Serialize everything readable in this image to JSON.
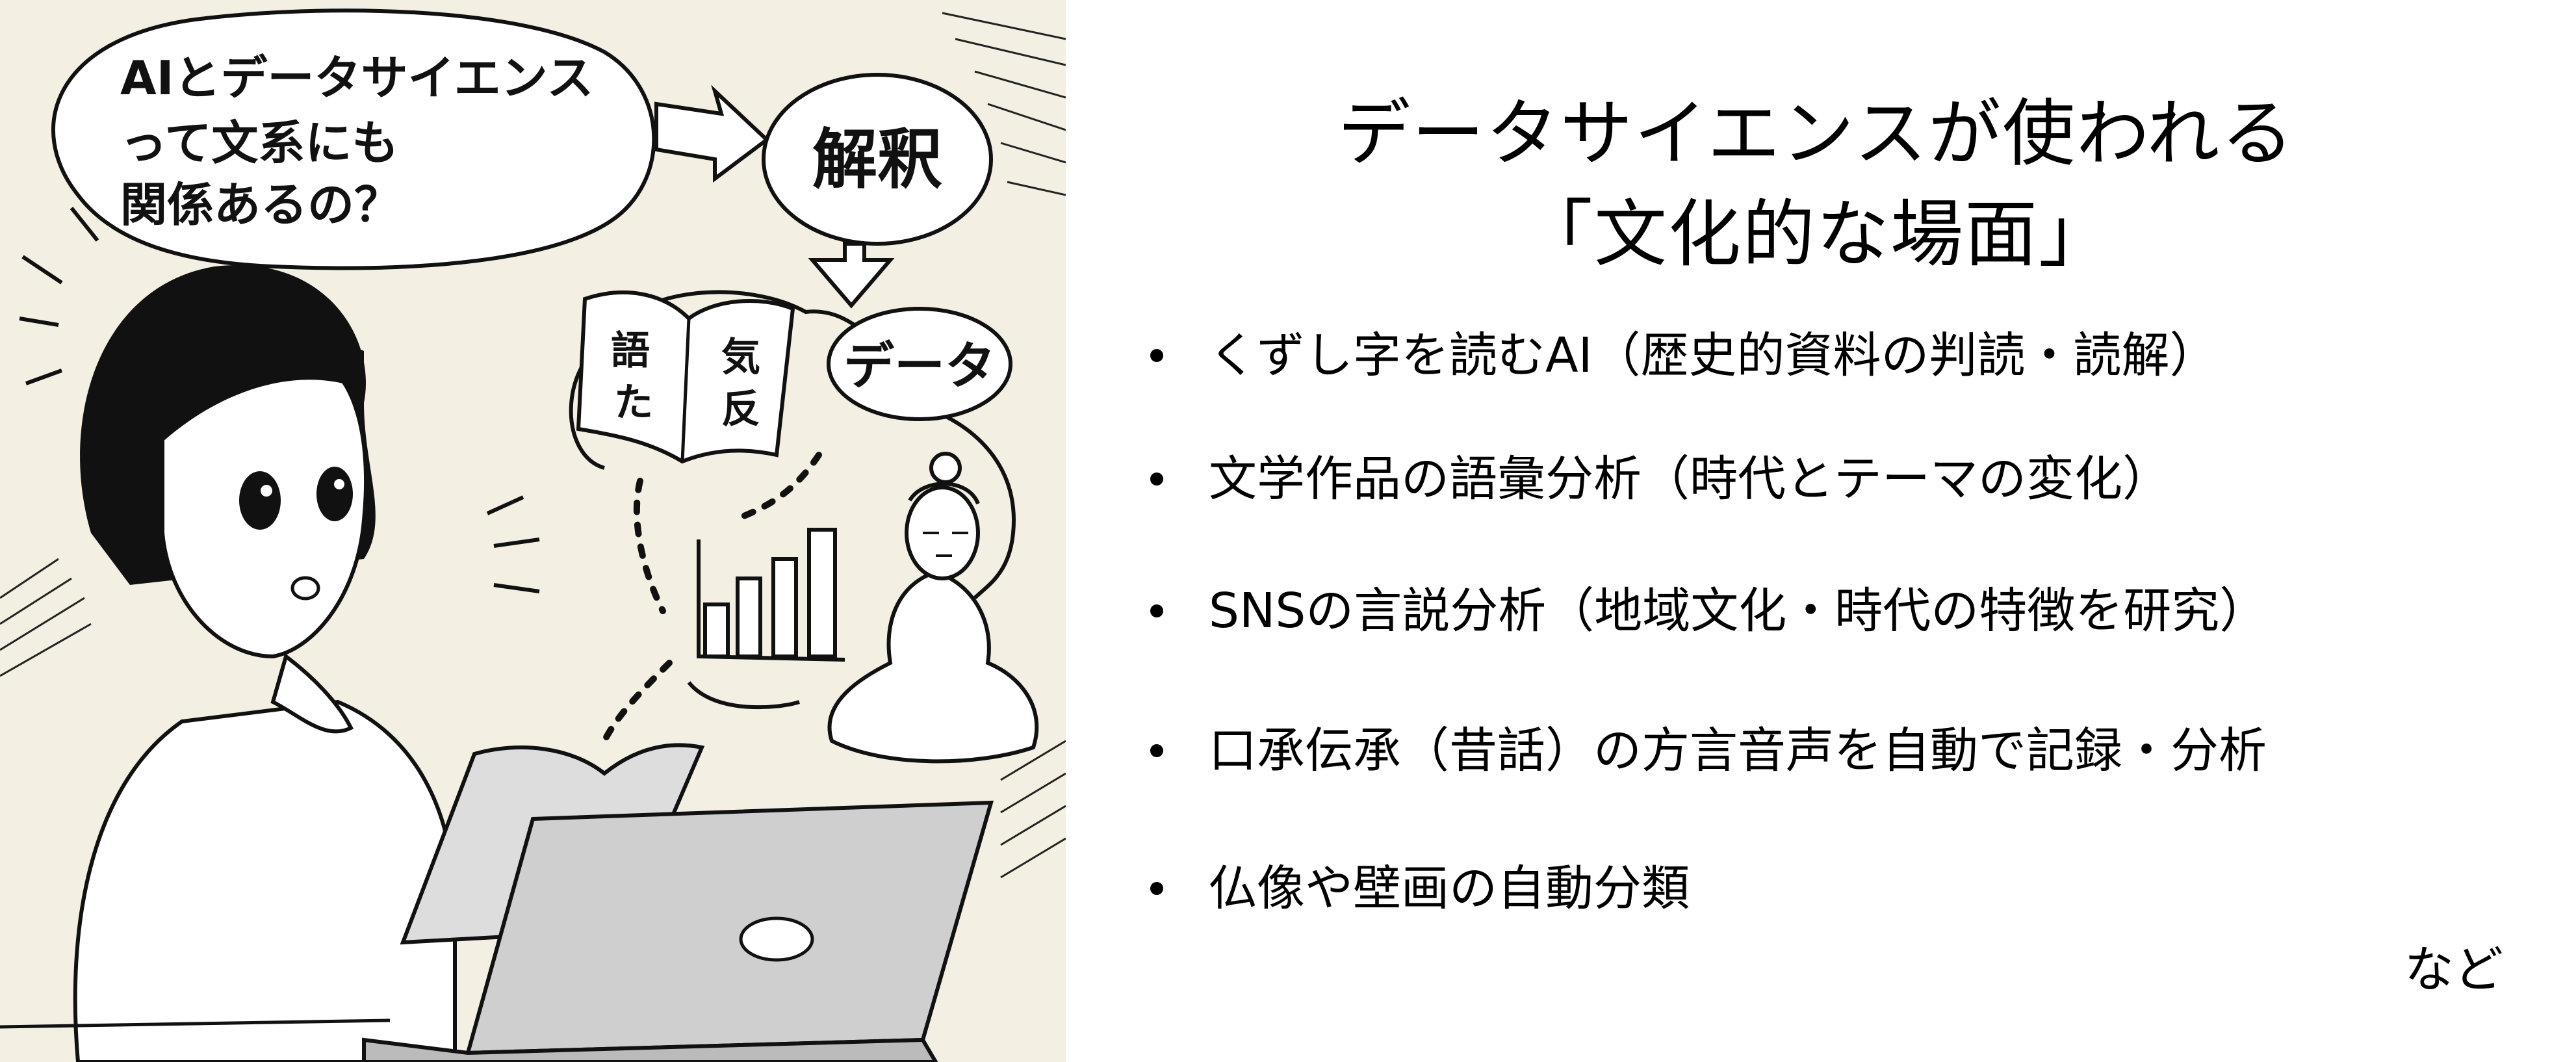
{
  "slide": {
    "title_line1": "データサイエンスが使われる",
    "title_line2": "「文化的な場面」",
    "bullets": [
      "くずし字を読むAI（歴史的資料の判読・読解）",
      "文学作品の語彙分析（時代とテーマの変化）",
      "SNSの言説分析（地域文化・時代の特徴を研究）",
      "口承伝承（昔話）の方言音声を自動で記録・分析",
      "仏像や壁画の自動分類"
    ],
    "trailing_note": "など"
  },
  "illustration": {
    "speech_bubble": [
      "AIとデータサイエンス",
      "って文系にも",
      "関係あるの？"
    ],
    "interpretation_bubble": "解釈",
    "data_bubble": "データ",
    "book_glyphs": [
      "語",
      "た",
      "気",
      "反"
    ],
    "background_color": "#f3efe3",
    "ink_color": "#111111"
  }
}
